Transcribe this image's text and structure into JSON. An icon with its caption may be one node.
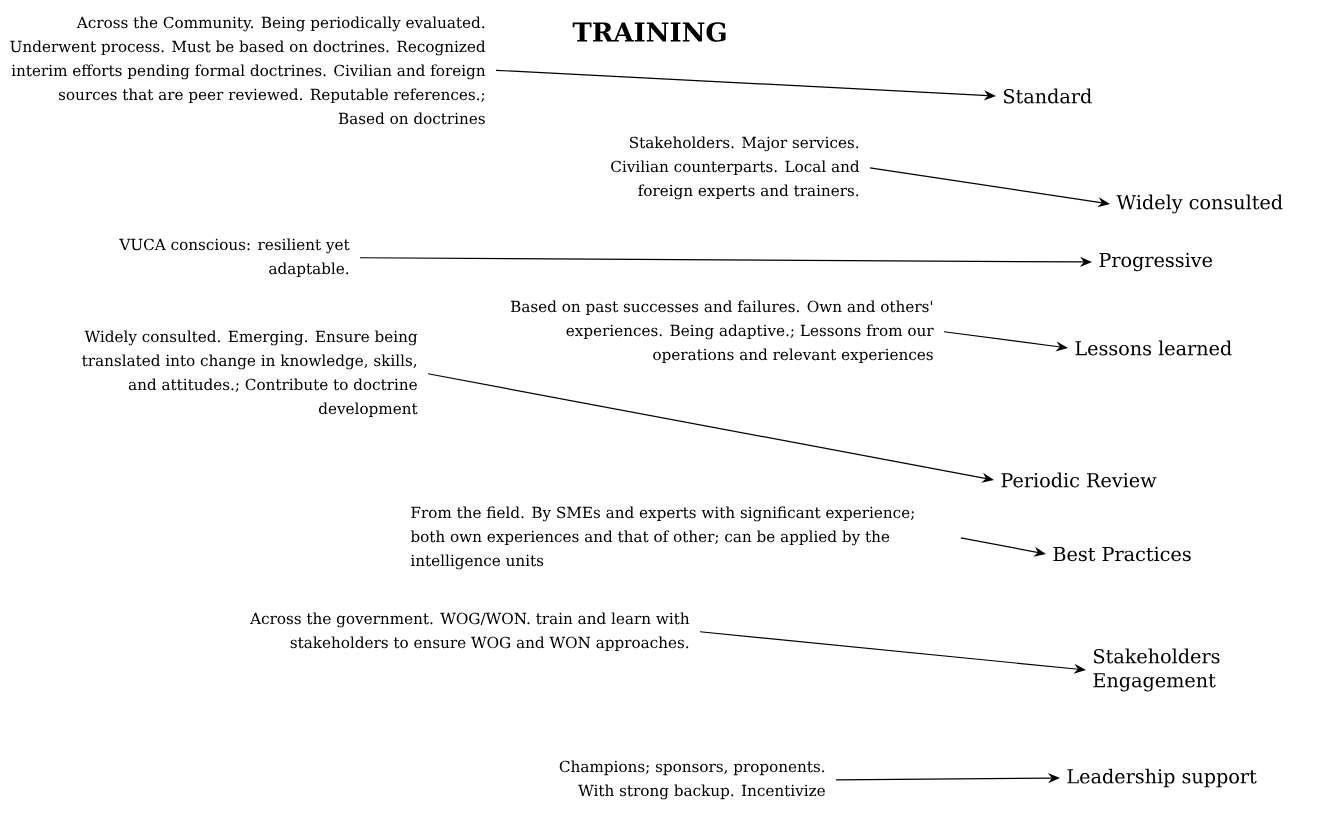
{
  "diagram": {
    "title": "TRAINING",
    "nodes": [
      {
        "text": [
          "Across the Community. Being periodically evaluated. Underwent process. Must be based on doctrines. Recognized interim efforts pending formal doctrines. Civilian and foreign sources that are peer reviewed. Reputable references.; Based on doctrines"
        ]
      },
      {
        "text": [
          "Standard"
        ]
      },
      {
        "text": [
          "Stakeholders. Major services. Civilian counterparts. Local and foreign experts and trainers."
        ]
      },
      {
        "text": [
          "Widely consulted"
        ]
      },
      {
        "text": [
          "VUCA conscious: resilient yet adaptable."
        ]
      },
      {
        "text": [
          "Progressive"
        ]
      },
      {
        "text": [
          "Based on past successes and failures. Own and others' experiences. Being adaptive.; Lessons from our operations and relevant experiences"
        ]
      },
      {
        "text": [
          "Lessons learned"
        ]
      },
      {
        "text": [
          "Widely consulted. Emerging. Ensure being translated into change in knowledge, skills, and attitudes.; Contribute to doctrine development"
        ]
      },
      {
        "text": [
          "Periodic Review"
        ]
      },
      {
        "text": [
          "From the field. By SMEs and experts with significant experience; both own experiences and that of other; can be applied by the intelligence units"
        ]
      },
      {
        "text": [
          "Best Practices"
        ]
      },
      {
        "text": [
          "Across the government. WOG/WON. train and learn with stakeholders to ensure WOG and WON approaches."
        ]
      },
      {
        "text": [
          "Stakeholders Engagement"
        ]
      },
      {
        "text": [
          "Champions; sponsors, proponents. With strong backup. Incentivize"
        ]
      },
      {
        "text": [
          "Leadership support"
        ]
      }
    ],
    "edges": [
      {
        "from": 0,
        "to": 1,
        "arrow": "to"
      },
      {
        "from": 2,
        "to": 3,
        "arrow": "to"
      },
      {
        "from": 4,
        "to": 5,
        "arrow": "to"
      },
      {
        "from": 6,
        "to": 7,
        "arrow": "to"
      },
      {
        "from": 8,
        "to": 9,
        "arrow": "to"
      },
      {
        "from": 10,
        "to": 11,
        "arrow": "to"
      },
      {
        "from": 12,
        "to": 13,
        "arrow": "to"
      },
      {
        "from": 14,
        "to": 15,
        "arrow": "to"
      }
    ]
  }
}
